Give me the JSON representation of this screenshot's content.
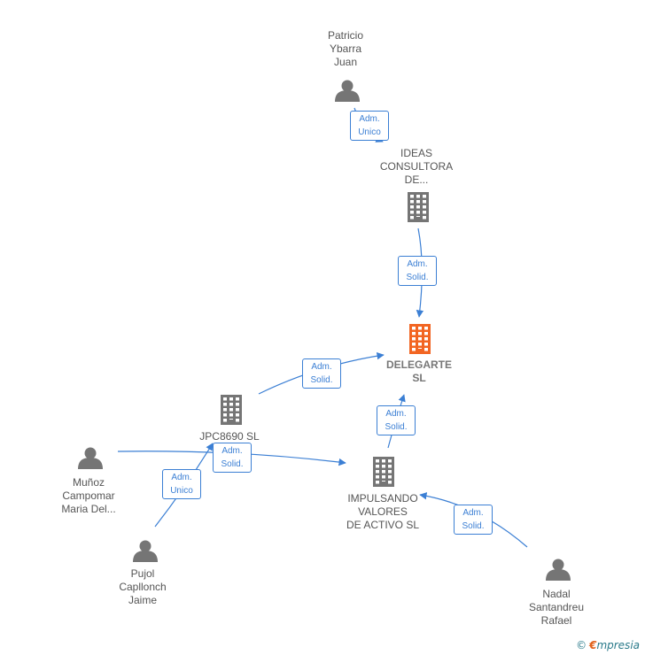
{
  "nodes": {
    "patricio": {
      "label": "Patricio\nYbarra\nJuan",
      "kind": "person"
    },
    "ideas": {
      "label": "IDEAS\nCONSULTORA\nDE...",
      "kind": "company"
    },
    "delegarte": {
      "label": "DELEGARTE\nSL",
      "kind": "company-main"
    },
    "jpc": {
      "label": "JPC8690  SL",
      "kind": "company"
    },
    "munoz": {
      "label": "Muñoz\nCampomar\nMaria Del...",
      "kind": "person"
    },
    "pujol": {
      "label": "Pujol\nCapllonch\nJaime",
      "kind": "person"
    },
    "impulsando": {
      "label": "IMPULSANDO\nVALORES\nDE ACTIVO  SL",
      "kind": "company"
    },
    "nadal": {
      "label": "Nadal\nSantandreu\nRafael",
      "kind": "person"
    }
  },
  "edges": {
    "patricio_ideas": "Adm.\nUnico",
    "ideas_delegarte": "Adm.\nSolid.",
    "jpc_delegarte": "Adm.\nSolid.",
    "impulsando_delegarte": "Adm.\nSolid.",
    "munoz_impulsando": "Adm.\nSolid.",
    "pujol_jpc": "Adm.\nUnico",
    "nadal_impulsando": "Adm.\nSolid."
  },
  "colors": {
    "edge": "#3b7fd4",
    "icon": "#757575",
    "highlight": "#f26522"
  },
  "footer": {
    "copyright": "©",
    "brand_e": "€",
    "brand_rest": "mpresia"
  }
}
